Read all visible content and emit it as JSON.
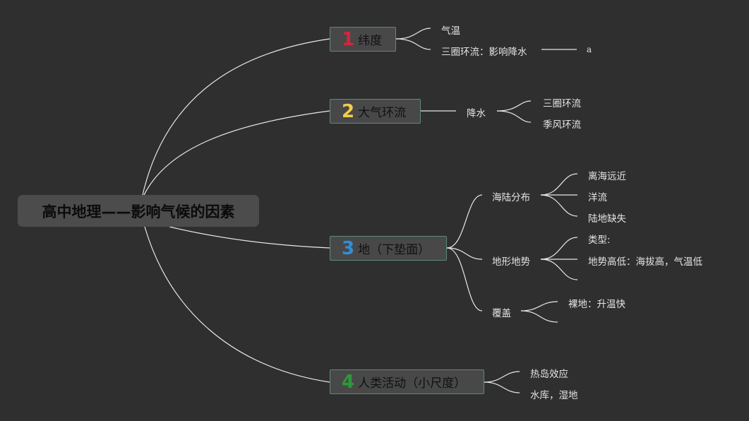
{
  "root": {
    "title": "高中地理——影响气候的因素"
  },
  "branches": [
    {
      "num": "1",
      "num_color": "#d6243a",
      "label": "纬度"
    },
    {
      "num": "2",
      "num_color": "#f2cc4a",
      "label": "大气环流"
    },
    {
      "num": "3",
      "num_color": "#2f8fd8",
      "label": "地（下垫面）"
    },
    {
      "num": "4",
      "num_color": "#2c9a3a",
      "label": "人类活动（小尺度）"
    }
  ],
  "b1": {
    "children": [
      "气温",
      "三圈环流：影响降水"
    ],
    "tail": "a"
  },
  "b2": {
    "mid": "降水",
    "children": [
      "三圈环流",
      "季风环流"
    ]
  },
  "b3": {
    "subs": [
      {
        "label": "海陆分布",
        "children": [
          "离海远近",
          "洋流",
          "陆地缺失"
        ]
      },
      {
        "label": "地形地势",
        "children": [
          "类型:",
          "地势高低：海拔高，气温低"
        ]
      },
      {
        "label": "覆盖",
        "children": [
          "裸地：升温快"
        ]
      }
    ]
  },
  "b4": {
    "children": [
      "热岛效应",
      "水库，湿地"
    ]
  }
}
